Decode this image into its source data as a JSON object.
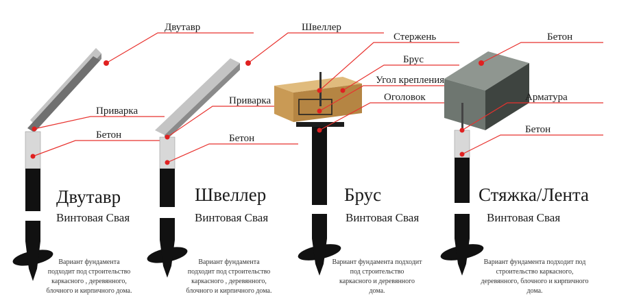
{
  "columns": [
    {
      "id": "i-beam",
      "title": "Двутавр",
      "subtitle": "Винтовая Свая",
      "description": [
        "Вариант фундамента",
        "подходит под строительство",
        "каркасного , деревянного,",
        "блочного и кирпичного дома."
      ],
      "labels": [
        "Двутавр",
        "Приварка",
        "Бетон"
      ]
    },
    {
      "id": "channel",
      "title": "Швеллер",
      "subtitle": "Винтовая Свая",
      "description": [
        "Вариант фундамента",
        "подходит под строительство",
        "каркасного , деревянного,",
        "блочного и кирпичного дома."
      ],
      "labels": [
        "Швеллер",
        "Приварка",
        "Бетон"
      ]
    },
    {
      "id": "timber",
      "title": "Брус",
      "subtitle": "Винтовая Свая",
      "description": [
        "Вариант фундамента подходит",
        "под строительство",
        "каркасного и деревянного",
        "дома."
      ],
      "labels": [
        "Стержень",
        "Брус",
        "Угол крепления",
        "Оголовок"
      ]
    },
    {
      "id": "screed",
      "title": "Стяжка/Лента",
      "subtitle": "Винтовая Свая",
      "description": [
        "Вариант фундамента подходит под",
        "строительство каркасного,",
        "деревянного, блочного и кирпичного",
        "дома."
      ],
      "labels": [
        "Бетон",
        "Арматура",
        "Бетон"
      ]
    }
  ],
  "colors": {
    "leader": "#e8322e",
    "pile": "#111111",
    "beam": "#8a8a8a",
    "wood": "#c99a55",
    "concrete_block": "#6e7670"
  }
}
